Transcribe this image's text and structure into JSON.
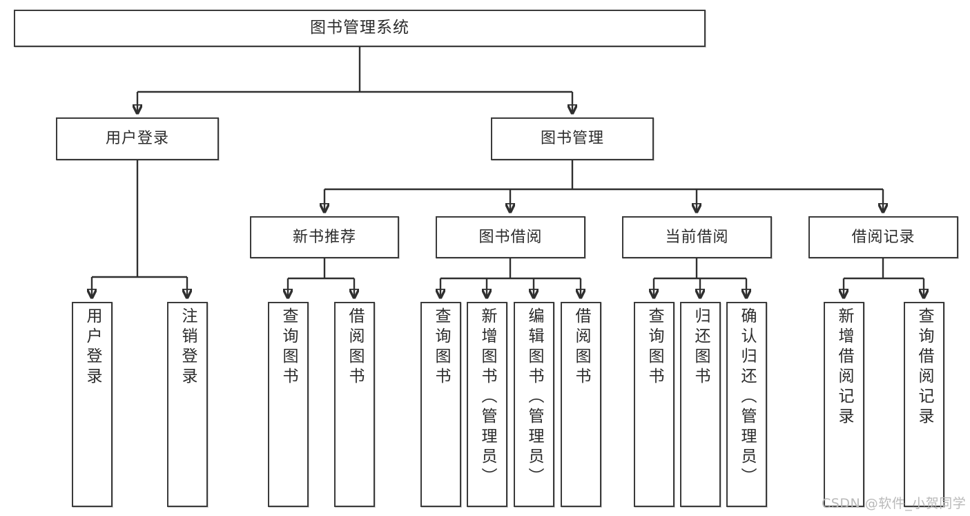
{
  "diagram": {
    "title": "图书管理系统",
    "type": "tree-hierarchy",
    "root": {
      "id": "root",
      "label": "图书管理系统"
    },
    "level2": [
      {
        "id": "user-login",
        "label": "用户登录"
      },
      {
        "id": "book-manage",
        "label": "图书管理"
      }
    ],
    "level3": [
      {
        "id": "new-book-recommend",
        "label": "新书推荐",
        "parent": "book-manage"
      },
      {
        "id": "book-borrow",
        "label": "图书借阅",
        "parent": "book-manage"
      },
      {
        "id": "current-borrow",
        "label": "当前借阅",
        "parent": "book-manage"
      },
      {
        "id": "borrow-record",
        "label": "借阅记录",
        "parent": "book-manage"
      }
    ],
    "leaves": [
      {
        "id": "leaf-user-login",
        "label": "用户登录",
        "parent": "user-login"
      },
      {
        "id": "leaf-logout-login",
        "label": "注销登录",
        "parent": "user-login"
      },
      {
        "id": "leaf-query-book-1",
        "label": "查询图书",
        "parent": "new-book-recommend"
      },
      {
        "id": "leaf-borrow-book-1",
        "label": "借阅图书",
        "parent": "new-book-recommend"
      },
      {
        "id": "leaf-query-book-2",
        "label": "查询图书",
        "parent": "book-borrow"
      },
      {
        "id": "leaf-add-book",
        "label": "新增图书（管理员）",
        "parent": "book-borrow"
      },
      {
        "id": "leaf-edit-book",
        "label": "编辑图书（管理员）",
        "parent": "book-borrow"
      },
      {
        "id": "leaf-borrow-book-2",
        "label": "借阅图书",
        "parent": "book-borrow"
      },
      {
        "id": "leaf-query-book-3",
        "label": "查询图书",
        "parent": "current-borrow"
      },
      {
        "id": "leaf-return-book",
        "label": "归还图书",
        "parent": "current-borrow"
      },
      {
        "id": "leaf-confirm-return",
        "label": "确认归还（管理员）",
        "parent": "current-borrow"
      },
      {
        "id": "leaf-add-record",
        "label": "新增借阅记录",
        "parent": "borrow-record"
      },
      {
        "id": "leaf-query-record",
        "label": "查询借阅记录",
        "parent": "borrow-record"
      }
    ],
    "watermark": "CSDN @软件_小贺同学",
    "colors": {
      "border": "#3a3a3a",
      "text": "#2b2b2b",
      "background": "#ffffff",
      "connector": "#2f2f2f",
      "watermark": "#b9b9b9"
    }
  }
}
